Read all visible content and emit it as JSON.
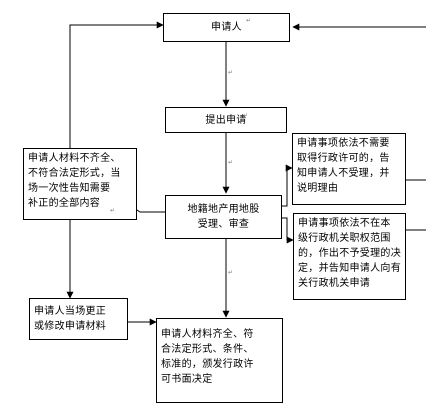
{
  "nodes": {
    "applicant": "申请人",
    "submit": "提出申请",
    "review": "地籍地产用地股\n受理、审查",
    "incomplete": "申请人材料不齐全、\n不符合法定形式，当\n场一次性告知需要\n补正的全部内容",
    "no_permit_needed": "申请事项依法不需要\n取得行政许可的，告\n知申请人不受理，并\n说明理由",
    "not_in_scope": "申请事项依法不在本\n级行政机关职权范围\n的，作出不予受理的决\n定，并告知申请人向有\n关行政机关申请",
    "correct_onsite": "申请人当场更正\n或修改申请材料",
    "complete_decision": "申请人材料齐全、符\n合法定形式、条件、\n标准的，颁发行政许\n可书面决定"
  },
  "paragraph_mark": "↵"
}
